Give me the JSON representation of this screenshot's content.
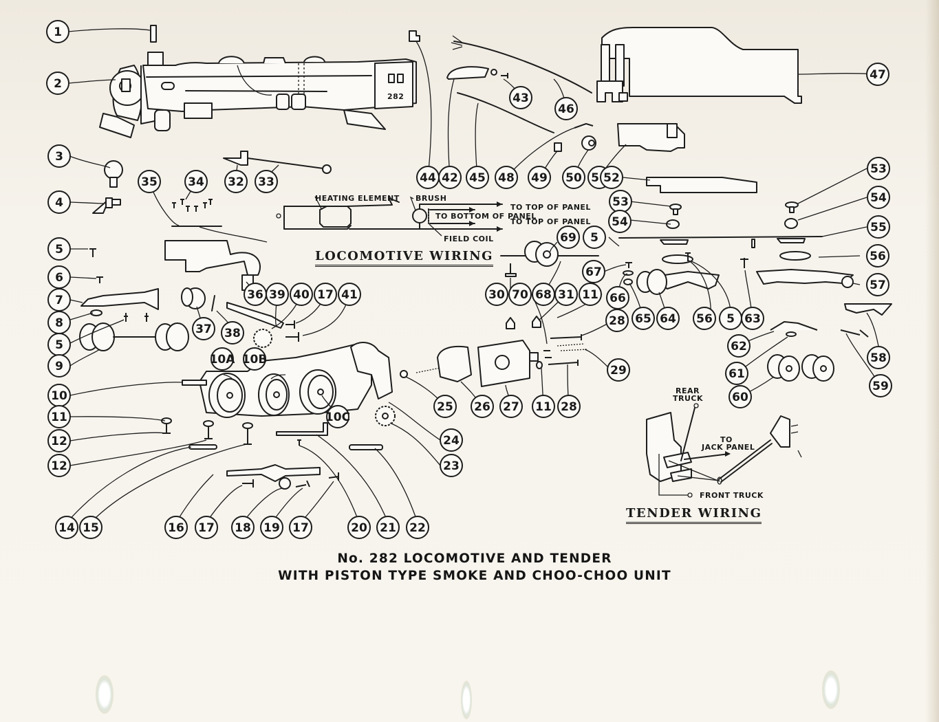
{
  "document": {
    "title_line1": "No. 282 LOCOMOTIVE AND TENDER",
    "title_line2": "WITH PISTON TYPE SMOKE AND CHOO-CHOO UNIT",
    "locomotive_number": "282"
  },
  "locomotive_wiring": {
    "title": "LOCOMOTIVE WIRING",
    "labels": {
      "heating_element": "HEATING ELEMENT",
      "brush": "BRUSH",
      "to_top_of_panel_1": "TO TOP OF PANEL",
      "to_bottom_of_panel": "TO BOTTOM OF PANEL",
      "to_top_of_panel_2": "TO TOP OF PANEL",
      "field_coil": "FIELD COIL"
    }
  },
  "tender_wiring": {
    "title": "TENDER WIRING",
    "labels": {
      "rear_truck_1": "REAR",
      "rear_truck_2": "TRUCK",
      "to_jack_panel_1": "TO",
      "to_jack_panel_2": "JACK PANEL",
      "front_truck": "FRONT TRUCK"
    }
  },
  "callouts": [
    {
      "id": "c1",
      "label": "1"
    },
    {
      "id": "c2",
      "label": "2"
    },
    {
      "id": "c3",
      "label": "3"
    },
    {
      "id": "c4",
      "label": "4"
    },
    {
      "id": "c5a",
      "label": "5"
    },
    {
      "id": "c6",
      "label": "6"
    },
    {
      "id": "c7",
      "label": "7"
    },
    {
      "id": "c8",
      "label": "8"
    },
    {
      "id": "c5b",
      "label": "5"
    },
    {
      "id": "c9",
      "label": "9"
    },
    {
      "id": "c10",
      "label": "10"
    },
    {
      "id": "c11a",
      "label": "11"
    },
    {
      "id": "c12a",
      "label": "12"
    },
    {
      "id": "c12b",
      "label": "12"
    },
    {
      "id": "c14",
      "label": "14"
    },
    {
      "id": "c15",
      "label": "15"
    },
    {
      "id": "c16",
      "label": "16"
    },
    {
      "id": "c17a",
      "label": "17"
    },
    {
      "id": "c18",
      "label": "18"
    },
    {
      "id": "c19",
      "label": "19"
    },
    {
      "id": "c17b",
      "label": "17"
    },
    {
      "id": "c20",
      "label": "20"
    },
    {
      "id": "c21",
      "label": "21"
    },
    {
      "id": "c22",
      "label": "22"
    },
    {
      "id": "c23",
      "label": "23"
    },
    {
      "id": "c24",
      "label": "24"
    },
    {
      "id": "c10a",
      "label": "10A"
    },
    {
      "id": "c10b",
      "label": "10B"
    },
    {
      "id": "c10c",
      "label": "10C"
    },
    {
      "id": "c25",
      "label": "25"
    },
    {
      "id": "c26",
      "label": "26"
    },
    {
      "id": "c27",
      "label": "27"
    },
    {
      "id": "c11b",
      "label": "11"
    },
    {
      "id": "c28a",
      "label": "28"
    },
    {
      "id": "c29",
      "label": "29"
    },
    {
      "id": "c28b",
      "label": "28"
    },
    {
      "id": "c11c",
      "label": "11"
    },
    {
      "id": "c30",
      "label": "30"
    },
    {
      "id": "c31",
      "label": "31"
    },
    {
      "id": "c32",
      "label": "32"
    },
    {
      "id": "c33",
      "label": "33"
    },
    {
      "id": "c34",
      "label": "34"
    },
    {
      "id": "c35",
      "label": "35"
    },
    {
      "id": "c36",
      "label": "36"
    },
    {
      "id": "c37",
      "label": "37"
    },
    {
      "id": "c38",
      "label": "38"
    },
    {
      "id": "c39",
      "label": "39"
    },
    {
      "id": "c40",
      "label": "40"
    },
    {
      "id": "c17c",
      "label": "17"
    },
    {
      "id": "c41",
      "label": "41"
    },
    {
      "id": "c42",
      "label": "42"
    },
    {
      "id": "c43",
      "label": "43"
    },
    {
      "id": "c44",
      "label": "44"
    },
    {
      "id": "c45",
      "label": "45"
    },
    {
      "id": "c46",
      "label": "46"
    },
    {
      "id": "c47",
      "label": "47"
    },
    {
      "id": "c48",
      "label": "48"
    },
    {
      "id": "c49",
      "label": "49"
    },
    {
      "id": "c50",
      "label": "50"
    },
    {
      "id": "c51",
      "label": "51"
    },
    {
      "id": "c52",
      "label": "52"
    },
    {
      "id": "c53a",
      "label": "53"
    },
    {
      "id": "c54a",
      "label": "54"
    },
    {
      "id": "c53b",
      "label": "53"
    },
    {
      "id": "c54b",
      "label": "54"
    },
    {
      "id": "c55",
      "label": "55"
    },
    {
      "id": "c5c",
      "label": "5"
    },
    {
      "id": "c56a",
      "label": "56"
    },
    {
      "id": "c57",
      "label": "57"
    },
    {
      "id": "c58",
      "label": "58"
    },
    {
      "id": "c59",
      "label": "59"
    },
    {
      "id": "c60",
      "label": "60"
    },
    {
      "id": "c61",
      "label": "61"
    },
    {
      "id": "c62",
      "label": "62"
    },
    {
      "id": "c63",
      "label": "63"
    },
    {
      "id": "c64",
      "label": "64"
    },
    {
      "id": "c65",
      "label": "65"
    },
    {
      "id": "c66",
      "label": "66"
    },
    {
      "id": "c67",
      "label": "67"
    },
    {
      "id": "c68",
      "label": "68"
    },
    {
      "id": "c69",
      "label": "69"
    },
    {
      "id": "c70",
      "label": "70"
    },
    {
      "id": "c56b",
      "label": "56"
    },
    {
      "id": "c5d",
      "label": "5"
    }
  ]
}
